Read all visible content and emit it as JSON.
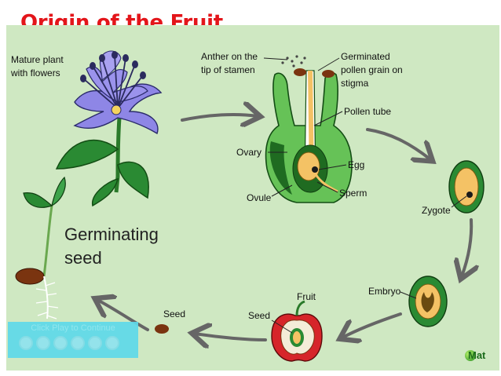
{
  "title": "Origin of the Fruit",
  "labels": {
    "mature_plant_1": "Mature plant",
    "mature_plant_2": "with flowers",
    "anther_1": "Anther on the",
    "anther_2": "tip of stamen",
    "germinated_1": "Germinated",
    "germinated_2": "pollen grain on",
    "germinated_3": "stigma",
    "pollen_tube": "Pollen tube",
    "ovary": "Ovary",
    "egg": "Egg",
    "ovule": "Ovule",
    "sperm": "Sperm",
    "zygote": "Zygote",
    "embryo": "Embryo",
    "fruit": "Fruit",
    "seed_in_fruit": "Seed",
    "seed": "Seed",
    "germinating_1": "Germinating",
    "germinating_2": "seed"
  },
  "overlay": {
    "play_text": "Click Play to Continue",
    "corner_text": "Mat"
  },
  "colors": {
    "title": "#e3151a",
    "background": "#cfe8c2",
    "arrow": "#666666",
    "flower": "#8e86e6",
    "leaf": "#2a8a33",
    "ovule_yellow": "#f4c265",
    "seed_brown": "#7a3410",
    "overlay": "#5fd9ea"
  }
}
